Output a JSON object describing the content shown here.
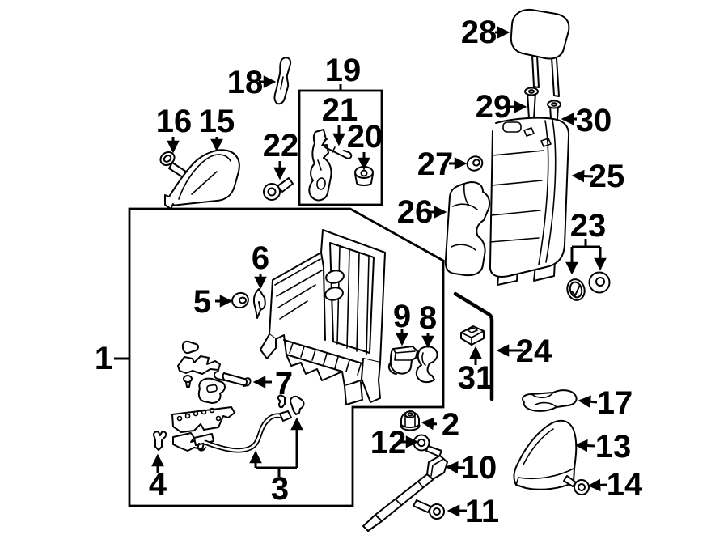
{
  "diagram": {
    "kind": "exploded-parts-line-diagram",
    "background_color": "#ffffff",
    "line_color": "#000000",
    "callout_font_color": "#000000"
  },
  "callouts": {
    "c1": "1",
    "c2": "2",
    "c3": "3",
    "c4": "4",
    "c5": "5",
    "c6": "6",
    "c7": "7",
    "c8": "8",
    "c9": "9",
    "c10": "10",
    "c11": "11",
    "c12": "12",
    "c13": "13",
    "c14": "14",
    "c15": "15",
    "c16": "16",
    "c17": "17",
    "c18": "18",
    "c19": "19",
    "c20": "20",
    "c21": "21",
    "c22": "22",
    "c23": "23",
    "c24": "24",
    "c25": "25",
    "c26": "26",
    "c27": "27",
    "c28": "28",
    "c29": "29",
    "c30": "30",
    "c31": "31"
  }
}
